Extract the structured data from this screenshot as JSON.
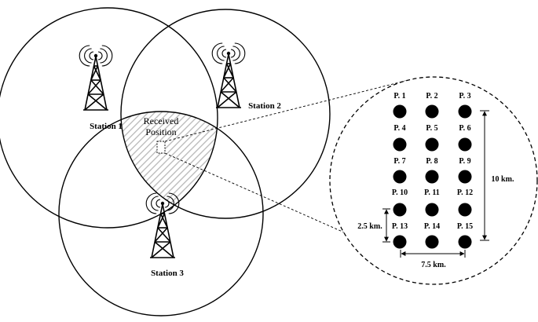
{
  "diagram": {
    "stations": [
      {
        "label": "Station 1"
      },
      {
        "label": "Station 2"
      },
      {
        "label": "Station 3"
      }
    ],
    "received_position": {
      "line1": "Received",
      "line2": "Position"
    },
    "points": [
      "P. 1",
      "P. 2",
      "P. 3",
      "P. 4",
      "P. 5",
      "P. 6",
      "P. 7",
      "P. 8",
      "P. 9",
      "P. 10",
      "P. 11",
      "P. 12",
      "P. 13",
      "P. 14",
      "P. 15"
    ],
    "dimensions": {
      "vertical_total": "10 km.",
      "vertical_step": "2.5 km.",
      "horizontal_step": "7.5 km."
    },
    "colors": {
      "stroke": "#000000",
      "hatch": "#b8b8b8",
      "background": "#ffffff"
    }
  }
}
